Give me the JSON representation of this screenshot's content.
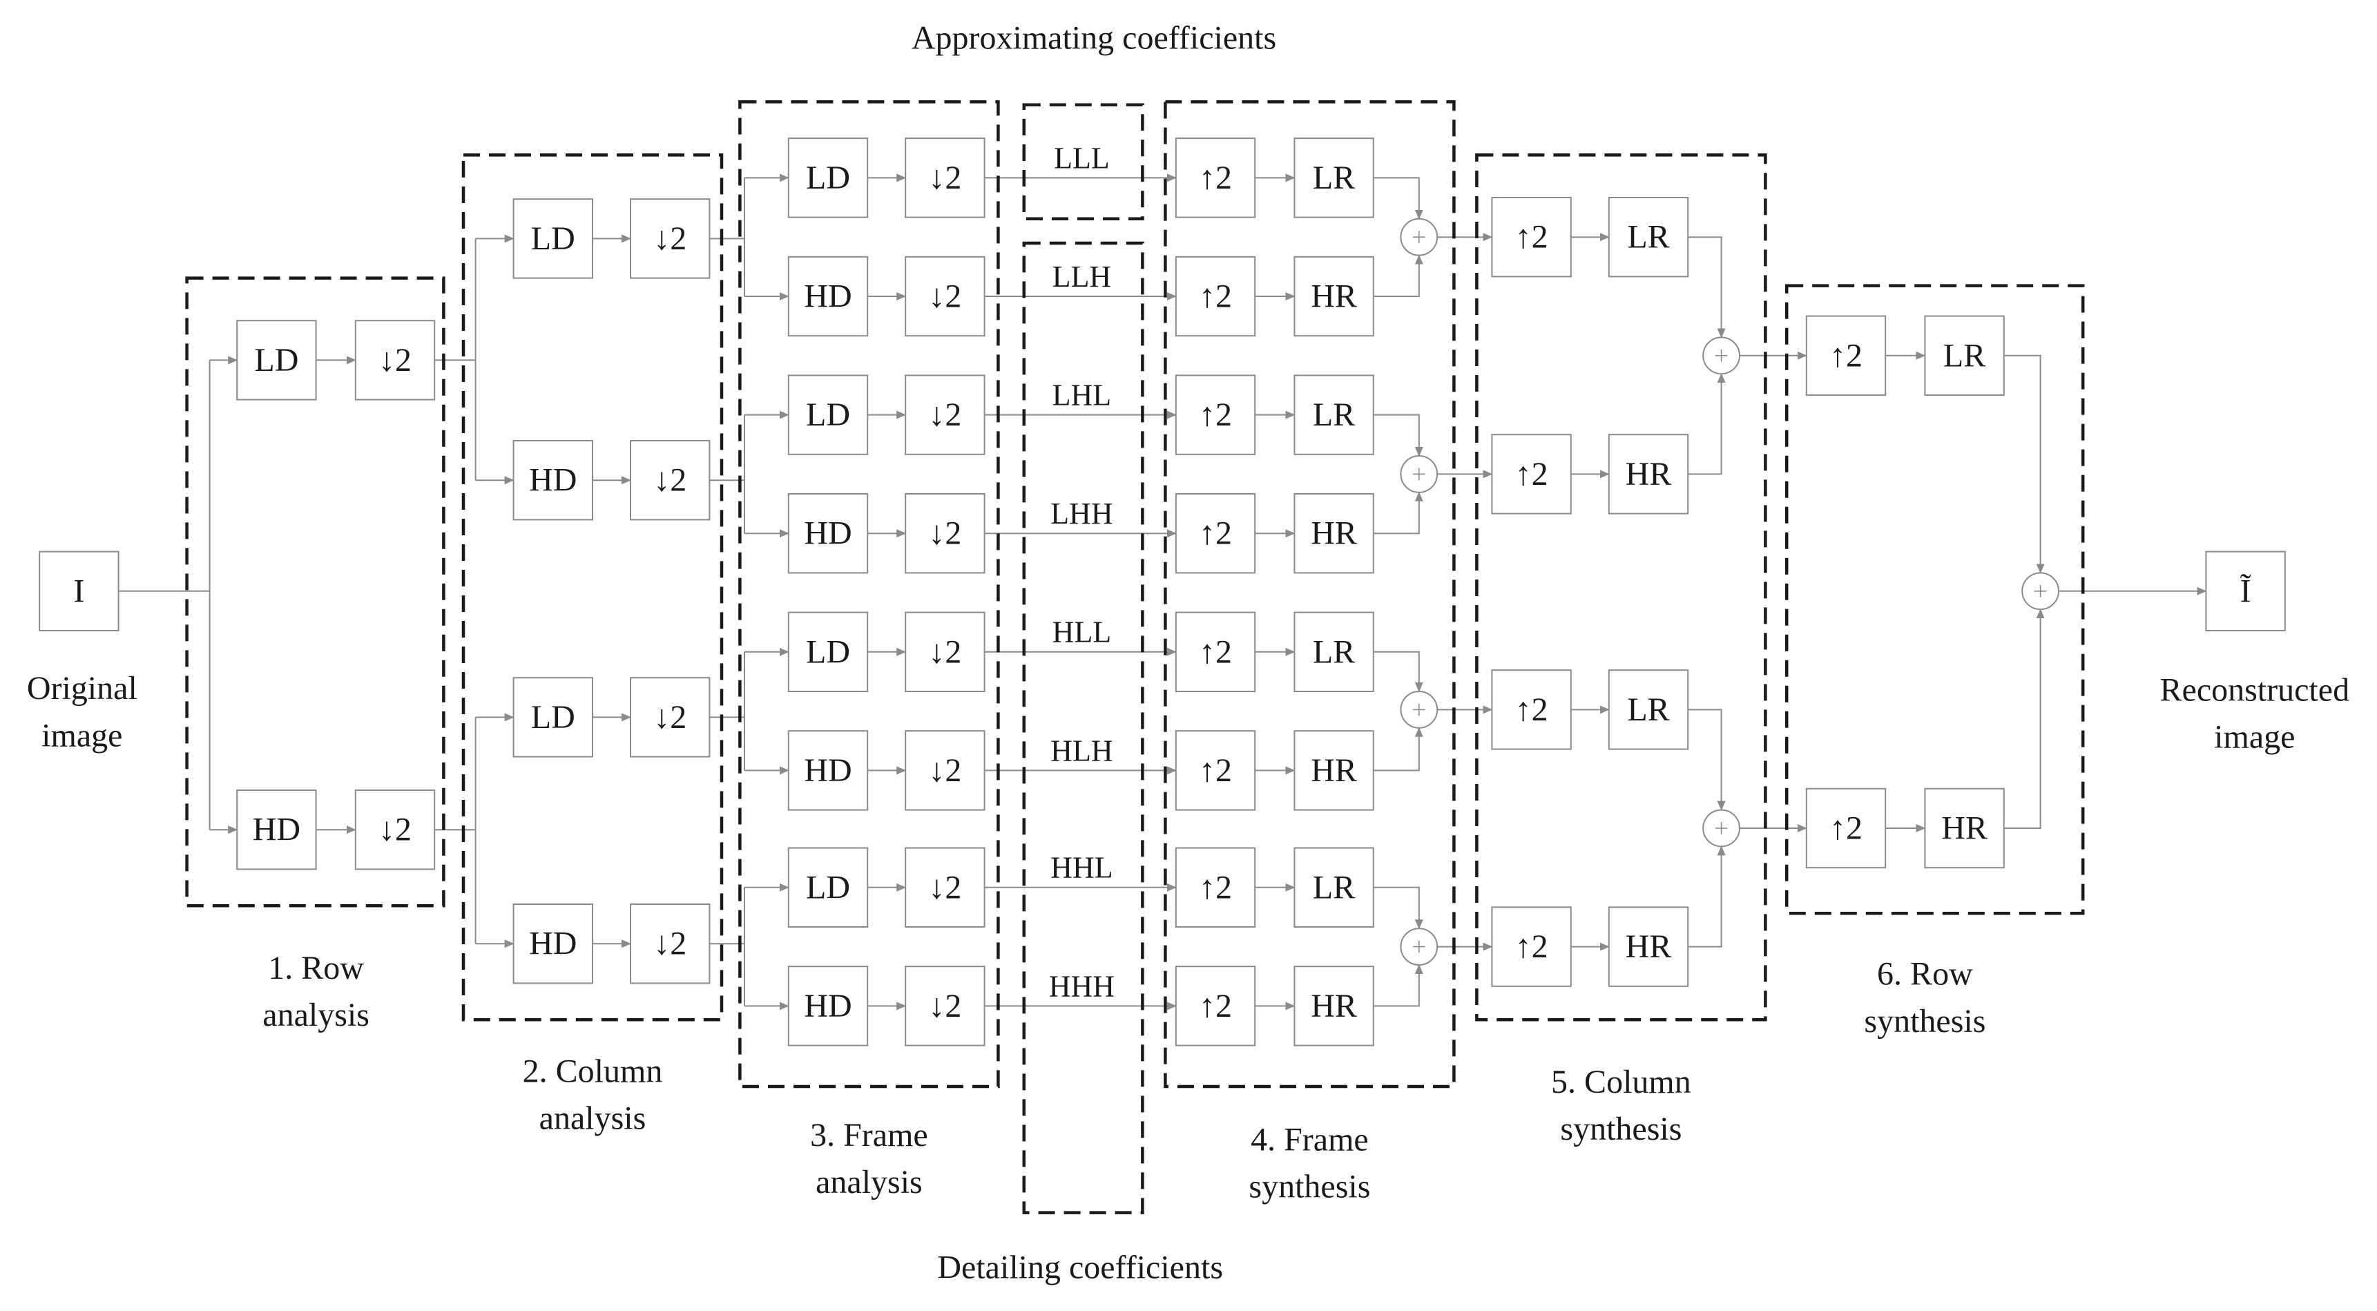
{
  "input": {
    "symbol": "I",
    "caption_line1": "Original",
    "caption_line2": "image"
  },
  "output": {
    "symbol": "Ĩ",
    "caption_line1": "Reconstructed",
    "caption_line2": "image"
  },
  "blocks": {
    "ld": "LD",
    "hd": "HD",
    "lr": "LR",
    "hr": "HR",
    "down": "↓2",
    "up": "↑2"
  },
  "stage_labels": [
    {
      "line1": "1. Row",
      "line2": "analysis"
    },
    {
      "line1": "2. Column",
      "line2": "analysis"
    },
    {
      "line1": "3. Frame",
      "line2": "analysis"
    },
    {
      "line1": "4. Frame",
      "line2": "synthesis"
    },
    {
      "line1": "5. Column",
      "line2": "synthesis"
    },
    {
      "line1": "6. Row",
      "line2": "synthesis"
    }
  ],
  "coefficients": [
    "LLL",
    "LLH",
    "LHL",
    "LHH",
    "HLL",
    "HLH",
    "HHL",
    "HHH"
  ],
  "approximating_label": "Approximating coefficients",
  "detailing_label": "Detailing coefficients"
}
